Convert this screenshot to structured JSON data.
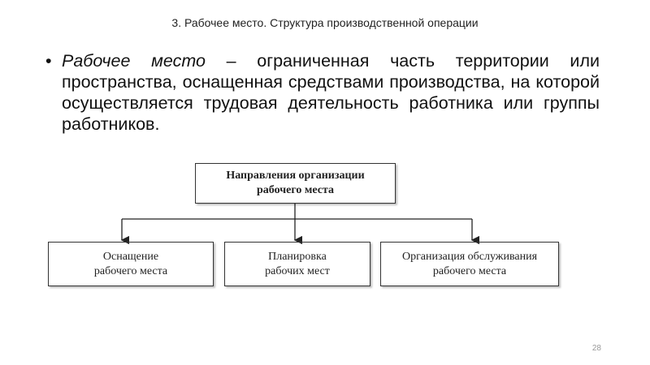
{
  "slide": {
    "title": "3. Рабочее место. Структура производственной операции",
    "bullet_term": "Рабочее место",
    "bullet_rest": " – ограниченная часть территории или пространства, оснащенная средствами производства, на которой осуществляется трудовая деятельность работника или группы работников.",
    "bullet_marker": "•",
    "page_number": "28"
  },
  "diagram": {
    "root": [
      "Направления организации",
      "рабочего места"
    ],
    "children": [
      [
        "Оснащение",
        "рабочего места"
      ],
      [
        "Планировка",
        "рабочих мест"
      ],
      [
        "Организация обслуживания",
        "рабочего места"
      ]
    ]
  }
}
